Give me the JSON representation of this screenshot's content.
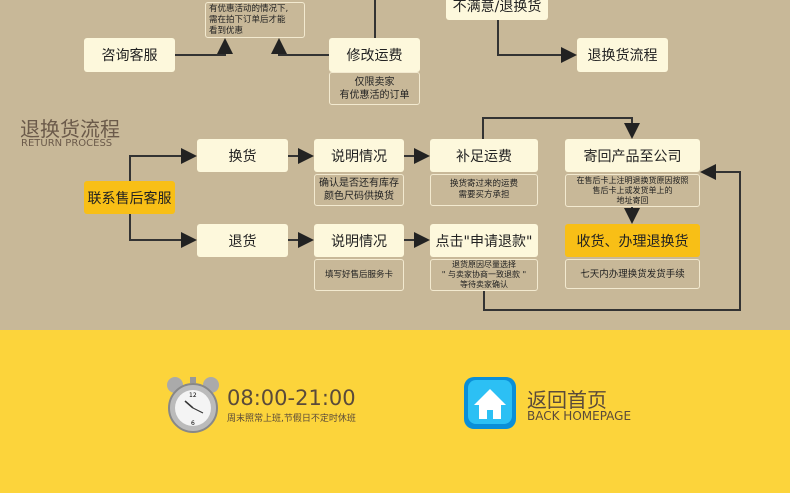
{
  "top": {
    "note_discount": "有优惠活动的情况下,\n需在拍下订单后才能\n看到优惠",
    "consult": "咨询客服",
    "modify_fee": "修改运费",
    "modify_note": "仅限卖家\n有优惠活的订单",
    "unsatisfied": "不满意/退换货",
    "return_flow": "退换货流程"
  },
  "section": {
    "title": "退换货流程",
    "subtitle": "RETURN PROCESS"
  },
  "flow": {
    "contact": "联系售后客服",
    "exchange": {
      "label": "换货",
      "explain": "说明情况",
      "explain_note": "确认是否还有库存\n颜色尺码供换货",
      "pay": "补足运费",
      "pay_note": "换货寄过来的运费\n需要买方承担",
      "send": "寄回产品至公司",
      "send_note": "在售后卡上注明退换货原因按照\n售后卡上或发货单上的\n地址寄回"
    },
    "refund": {
      "label": "退货",
      "explain": "说明情况",
      "explain_note": "填写好售后服务卡",
      "apply": "点击\"申请退款\"",
      "apply_note": "退货原因尽量选择\n\" 与卖家协商一致退款 \"\n等待卖家确认",
      "receive": "收货、办理退换货",
      "receive_note": "七天内办理换货发货手续"
    }
  },
  "footer": {
    "hours": "08:00-21:00",
    "hours_note": "周末照常上班,节假日不定时休班",
    "home": "返回首页",
    "home_en": "BACK HOMEPAGE"
  },
  "colors": {
    "beige": "#c8b898",
    "yellow": "#fcd43b",
    "accent": "#f8bf16"
  }
}
